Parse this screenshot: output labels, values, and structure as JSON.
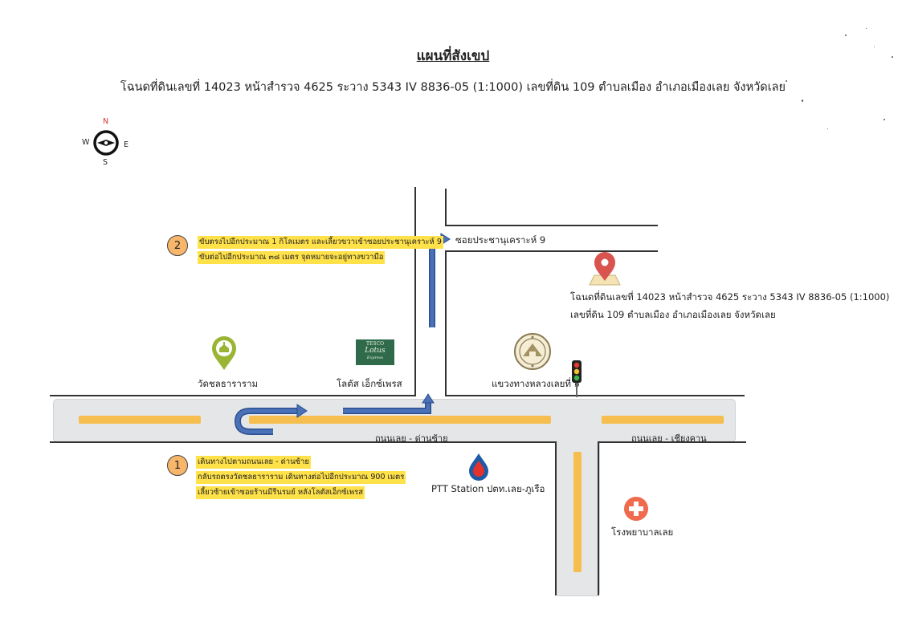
{
  "title": "แผนที่สังเขป",
  "subtitle": "โฉนดที่ดินเลขที่ 14023 หน้าสำรวจ 4625 ระวาง 5343 IV 8836-05 (1:1000) เลขที่ดิน 109 ตำบลเมือง อำเภอเมืองเลย จังหวัดเลย",
  "compass": {
    "n": "N",
    "s": "S",
    "e": "E",
    "w": "W"
  },
  "roads": {
    "main_left": "ถนนเลย - ด่านซ้าย",
    "main_right": "ถนนเลย - เชียงคาน",
    "soi": "ซอยประชานุเคราะห์ 9"
  },
  "pois": {
    "temple": "วัดชลธาราราม",
    "lotus": "โลตัส เอ็กซ์เพรส",
    "lotus_logo": {
      "line1": "TESCO",
      "line2": "Lotus",
      "line3": "Express"
    },
    "highway_office": "แขวงทางหลวงเลยที่ ๑",
    "ptt": "PTT Station ปตท.เลย-ภูเรือ",
    "hospital": "โรงพยาบาลเลย"
  },
  "destination": {
    "line1": "โฉนดที่ดินเลขที่ 14023 หน้าสำรวจ 4625 ระวาง 5343 IV 8836-05 (1:1000)",
    "line2": "เลขที่ดิน 109 ตำบลเมือง อำเภอเมืองเลย จังหวัดเลย"
  },
  "steps": [
    {
      "number": "1",
      "lines": [
        "เดินทางไปตามถนนเลย - ด่านซ้าย",
        "กลับรถตรงวัดชลธาราราม เดินทางต่อไปอีกประมาณ 900 เมตร",
        "เลี้ยวซ้ายเข้าซอยร้านมีรีนรมย์ หลังโลตัสเอ็กซ์เพรส"
      ]
    },
    {
      "number": "2",
      "lines": [
        "ขับตรงไปอีกประมาณ 1 กิโลเมตร และเลี้ยวขวาเข้าซอยประชานุเคราะห์ 9",
        "ขับต่อไปอีกประมาณ ๓๘ เมตร จุดหมายจะอยู่ทางขวามือ"
      ]
    }
  ],
  "colors": {
    "road": "#e4e6e8",
    "stripe": "#f6be4e",
    "route_arrow": "#4a72b8",
    "pin": "#d9534f",
    "hospital": "#f06a4d",
    "ptt_blue": "#1f5aa6",
    "ptt_red": "#e4312b",
    "temple_pin": "#9ab533",
    "lotus_green": "#2f6b4a",
    "highlight": "#ffe14a",
    "step_circle": "#f7b66a"
  },
  "icons": [
    "compass-icon",
    "temple-pin-icon",
    "lotus-logo",
    "highway-office-seal",
    "traffic-light-icon",
    "location-pin-icon",
    "ptt-icon",
    "hospital-cross-icon"
  ]
}
